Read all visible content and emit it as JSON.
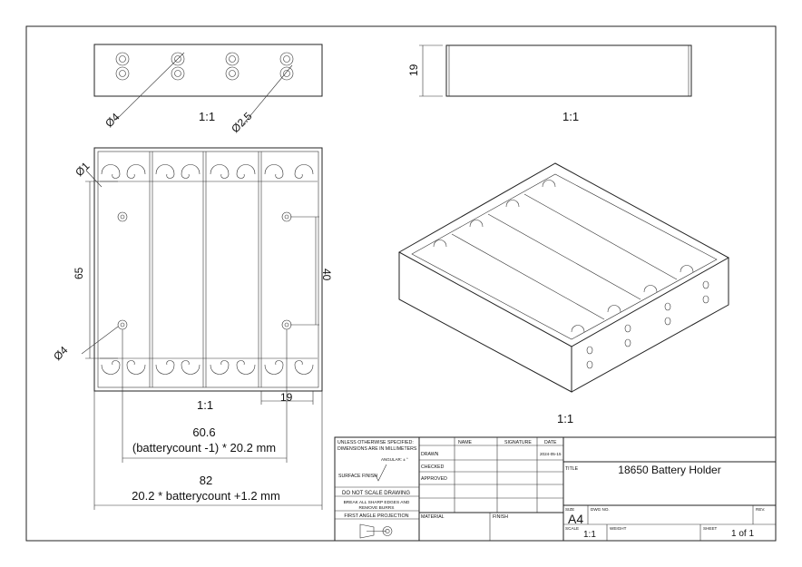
{
  "top_view": {
    "dim_hole_large": "Ø4",
    "dim_hole_small": "Ø2.5",
    "scale": "1:1"
  },
  "side_view": {
    "dim_height": "19",
    "scale": "1:1"
  },
  "plan_view": {
    "dim_edge": "Ø1",
    "dim_height_outer": "65",
    "dim_height_inner": "40",
    "dim_hole": "Ø4",
    "dim_cell_width": "19",
    "scale": "1:1",
    "dim_spacing_value": "60.6",
    "dim_spacing_formula": "(batterycount -1) * 20.2 mm",
    "dim_total_value": "82",
    "dim_total_formula": "20.2 * batterycount +1.2 mm"
  },
  "iso_view": {
    "scale": "1:1"
  },
  "title_block": {
    "note_line1": "UNLESS OTHERWISE SPECIFIED:",
    "note_line2": "DIMENSIONS ARE IN MILLIMETERS",
    "angular": "ANGULAR: ± °",
    "surface_finish": "SURFACE FINISH",
    "do_not_scale": "DO NOT SCALE DRAWING",
    "break_edges_1": "BREAK ALL SHARP EDGES AND",
    "break_edges_2": "REMOVE BURRS",
    "projection": "FIRST ANGLE PROJECTION",
    "col_name": "NAME",
    "col_signature": "SIGNATURE",
    "col_date": "DATE",
    "row_drawn": "DRAWN",
    "row_checked": "CHECKED",
    "row_approved": "APPROVED",
    "drawn_date": "2024-05-15",
    "material_label": "MATERIAL",
    "finish_label": "FINISH",
    "title_label": "TITLE",
    "title": "18650 Battery Holder",
    "size_label": "SIZE",
    "size": "A4",
    "dwg_no_label": "DWG NO.",
    "rev_label": "REV.",
    "scale_label": "SCALE",
    "scale": "1:1",
    "weight_label": "WEIGHT",
    "sheet_label": "SHEET",
    "sheet": "1 of 1"
  }
}
